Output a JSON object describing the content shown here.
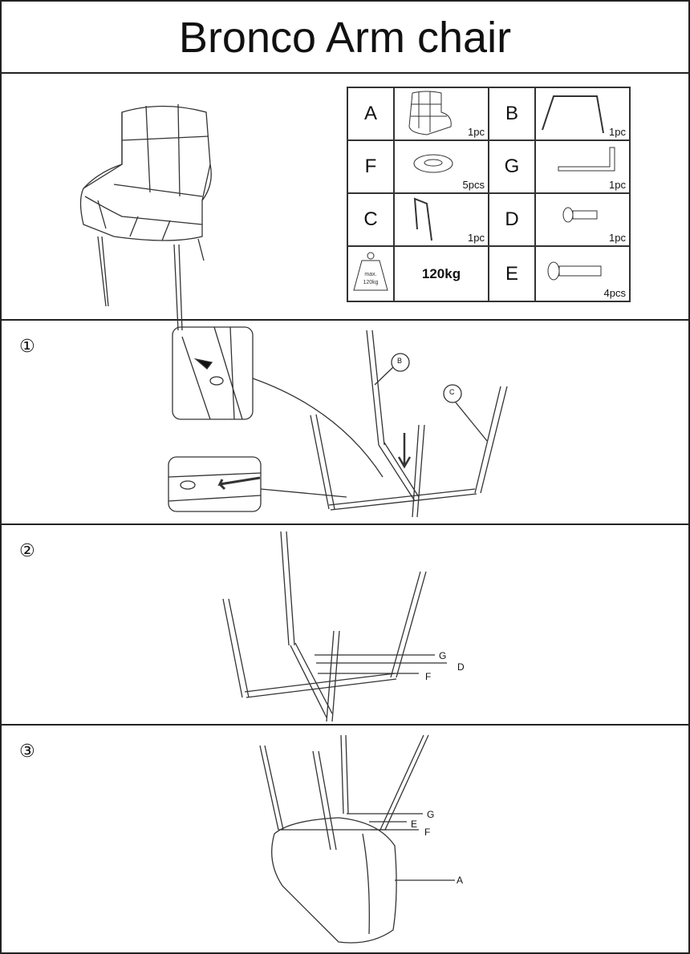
{
  "title": "Bronco Arm chair",
  "parts": {
    "A": {
      "label": "A",
      "qty": "1pc"
    },
    "B": {
      "label": "B",
      "qty": "1pc"
    },
    "F": {
      "label": "F",
      "qty": "5pcs"
    },
    "G": {
      "label": "G",
      "qty": "1pc"
    },
    "C": {
      "label": "C",
      "qty": "1pc"
    },
    "D": {
      "label": "D",
      "qty": "1pc"
    },
    "E": {
      "label": "E",
      "qty": "4pcs"
    },
    "max_load": "120kg",
    "weight_icon_text": "max. 120kg"
  },
  "steps": [
    {
      "number": "①",
      "callouts": [
        "B",
        "C"
      ]
    },
    {
      "number": "②",
      "callouts": [
        "G",
        "D",
        "F"
      ]
    },
    {
      "number": "③",
      "callouts": [
        "G",
        "E",
        "F",
        "A"
      ]
    }
  ]
}
